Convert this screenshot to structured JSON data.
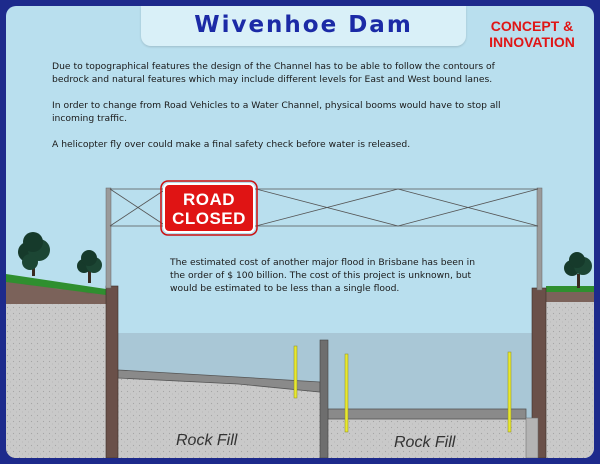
{
  "title": "Wivenhoe Dam",
  "concept_badge": [
    "CONCEPT &",
    "INNOVATION"
  ],
  "paragraphs": [
    "Due to topographical features the design of the Channel has to be able to follow the contours of bedrock and natural features which may include different levels for East and West bound lanes.",
    "In order to change from Road Vehicles to a Water Channel, physical booms would have to stop all incoming traffic.",
    "A helicopter fly over could make a final safety check before water is released."
  ],
  "cost_note": "The estimated cost of another major flood in Brisbane has been in the order of $ 100 billion. The cost of this project is unknown, but would be estimated to be less than a single flood.",
  "road_sign": [
    "ROAD",
    "CLOSED"
  ],
  "rock_fill_labels": [
    "Rock Fill",
    "Rock Fill"
  ],
  "colors": {
    "border": "#1d2a8c",
    "sky": "#b9dfee",
    "title": "#1b2aa6",
    "accent_red": "#e01616",
    "water": "#a9c7d6",
    "rock": "#c9c9c9",
    "earth": "#7a5f57",
    "grass": "#2f8f2f",
    "boom": "#e8e830"
  }
}
